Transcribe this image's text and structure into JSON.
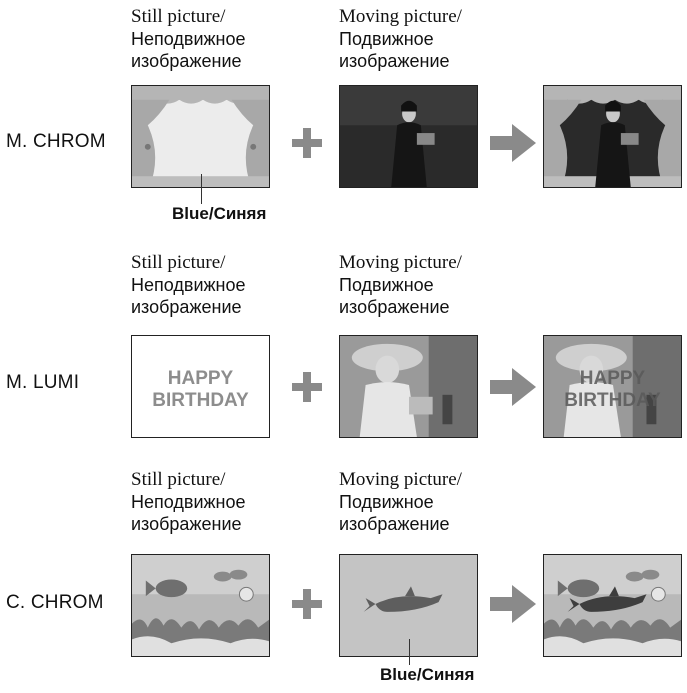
{
  "captions": {
    "still_en": "Still picture/",
    "still_ru_1": "Неподвижное",
    "still_ru_2": "изображение",
    "moving_en": "Moving picture/",
    "moving_ru_1": "Подвижное",
    "moving_ru_2": "изображение"
  },
  "rows": [
    {
      "mode": "M. CHROM",
      "callout": {
        "en": "Blue/",
        "ru": "Синяя"
      }
    },
    {
      "mode": "M. LUMI",
      "still_text_1": "HAPPY",
      "still_text_2": "BIRTHDAY"
    },
    {
      "mode": "C. CHROM",
      "callout": {
        "en": "Blue/",
        "ru": "Синяя"
      }
    }
  ],
  "symbols": {
    "plus": "plus-icon",
    "arrow": "arrow-right-icon"
  },
  "colors": {
    "symbol": "#8a8a8a",
    "frame_border": "#222222"
  }
}
